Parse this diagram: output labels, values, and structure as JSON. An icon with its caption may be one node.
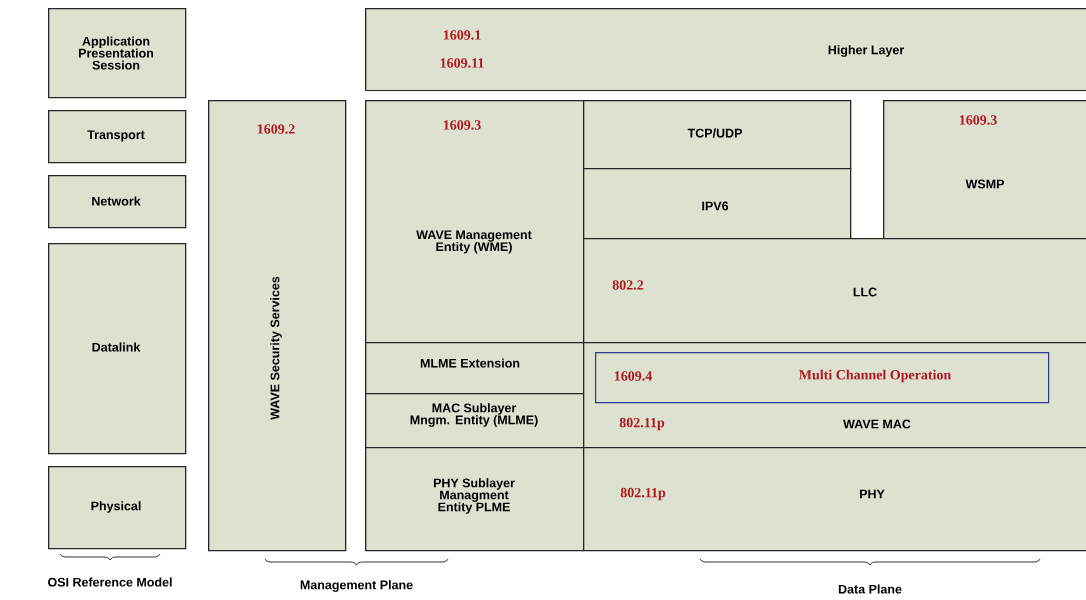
{
  "diagram": {
    "nodes": [
      {
        "text": [
          "Application Presentation Session"
        ]
      },
      {
        "text": [
          "Transport"
        ]
      },
      {
        "text": [
          "Network"
        ]
      },
      {
        "text": [
          "Datalink"
        ]
      },
      {
        "text": [
          "Physical"
        ]
      },
      {
        "text": [
          "1609.2",
          "WAVE Security Services"
        ]
      },
      {
        "text": [
          "1609.1",
          "1609.11",
          "Higher Layer"
        ]
      },
      {
        "text": [
          "1609.3",
          "WAVE Management Entity (WME)"
        ]
      },
      {
        "text": [
          "MLME Extension"
        ]
      },
      {
        "text": [
          "MAC Sublayer Mngm. Entity (MLME)"
        ]
      },
      {
        "text": [
          "PHY Sublayer Managment Entity PLME"
        ]
      },
      {
        "text": [
          "TCP/UDP"
        ]
      },
      {
        "text": [
          "IPV6"
        ]
      },
      {
        "text": [
          "1609.3",
          "WSMP"
        ]
      },
      {
        "text": [
          "802.2",
          "LLC"
        ]
      },
      {
        "text": [
          "802.11p",
          "WAVE MAC"
        ]
      },
      {
        "text": [
          "1609.4",
          "Multi Channel Operation"
        ],
        "in": 15
      },
      {
        "text": [
          "802.11p",
          "PHY"
        ]
      }
    ],
    "labels": [
      "OSI Reference Model",
      "Management Plane",
      "Data Plane"
    ]
  }
}
